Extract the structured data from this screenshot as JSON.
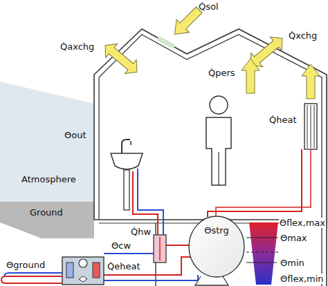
{
  "diagram": {
    "nodes": [
      {
        "text": [
          "Θstrg"
        ]
      }
    ],
    "labels": [
      "Q̇sol",
      "Q̇axchg",
      "Q̇xchg",
      "Q̇pers",
      "Q̇heat",
      "Θout",
      "Atmosphere",
      "Ground",
      "Q̇hw",
      "Θcw",
      "Θground",
      "Q̇eheat",
      "Θflex,max",
      "Θmax",
      "Θmin",
      "Θflex,min"
    ]
  }
}
